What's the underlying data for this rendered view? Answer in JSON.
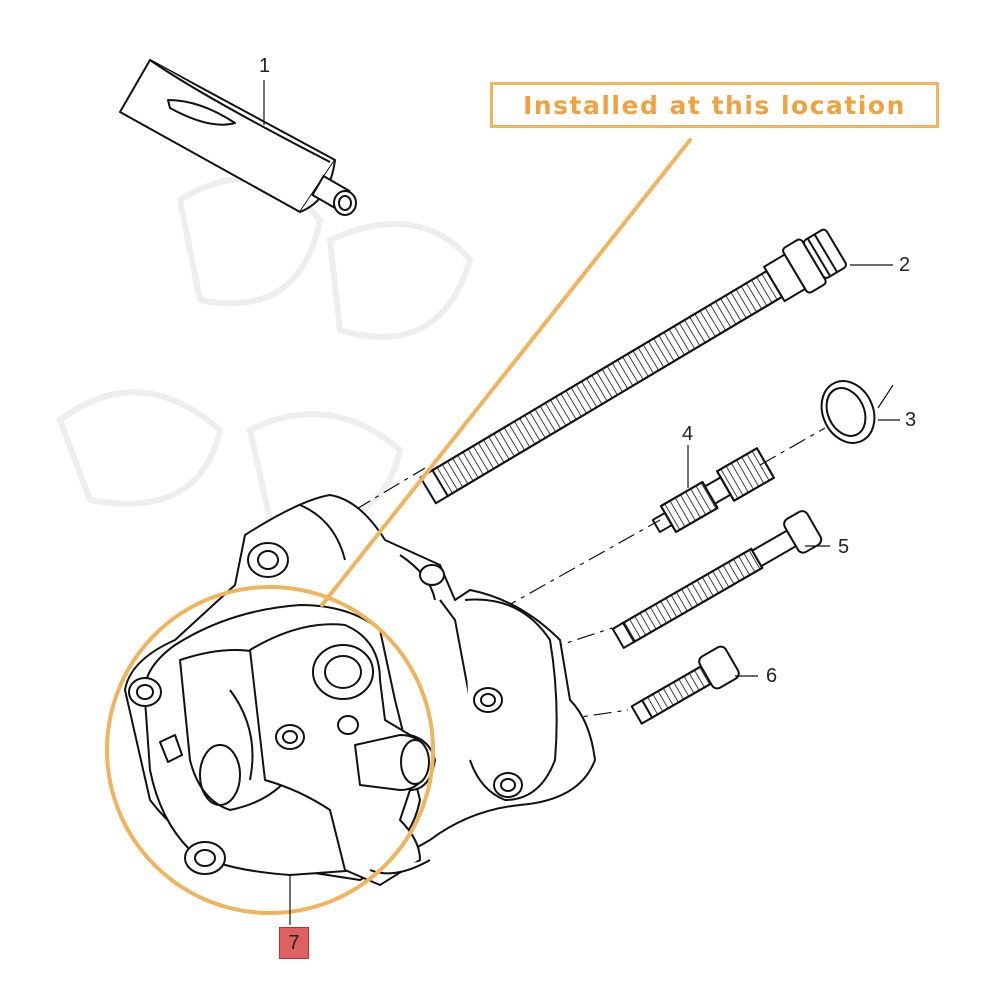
{
  "callout": {
    "text": "Installed at this location",
    "color": "#f0a23e"
  },
  "part_numbers": {
    "p1": "1",
    "p2": "2",
    "p3": "3",
    "p4": "4",
    "p5": "5",
    "p6": "6",
    "p7": "7"
  },
  "highlight_color": "#f0b45c",
  "part_7_badge_color": "#e06060"
}
